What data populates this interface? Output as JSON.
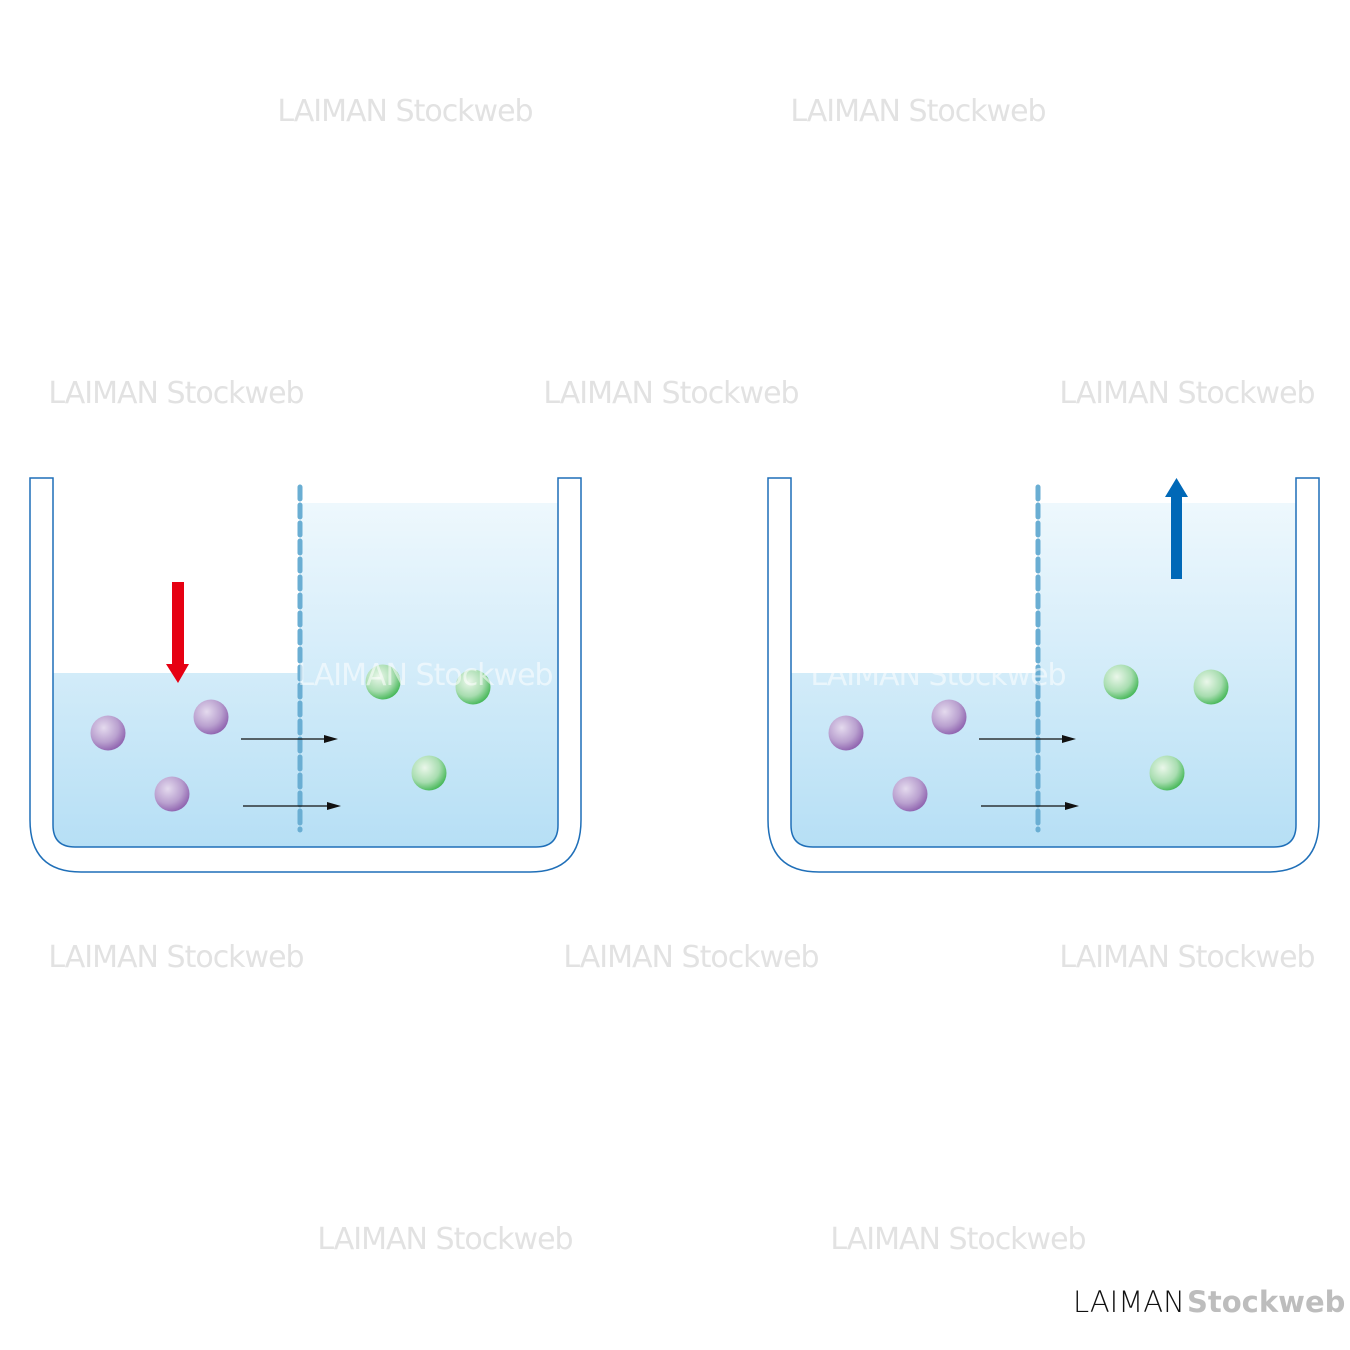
{
  "watermark": {
    "text": "LAIMAN Stockweb"
  },
  "logo": {
    "part1": "LAIMAN",
    "part2": "Stockweb"
  },
  "colors": {
    "beaker_outline": "#1f6fb8",
    "water_top": "#eaf6fc",
    "water_bottom": "#b8e0f6",
    "membrane": "#6aaed3",
    "pressure_arrow_down": "#e60012",
    "pressure_arrow_up": "#0068b7",
    "solute_purple": "#a57fc0",
    "solute_green": "#5cc46a",
    "flow_arrow": "#111111"
  },
  "panels": [
    {
      "name": "left-beaker",
      "pressure_arrow": "down"
    },
    {
      "name": "right-beaker",
      "pressure_arrow": "up"
    }
  ]
}
